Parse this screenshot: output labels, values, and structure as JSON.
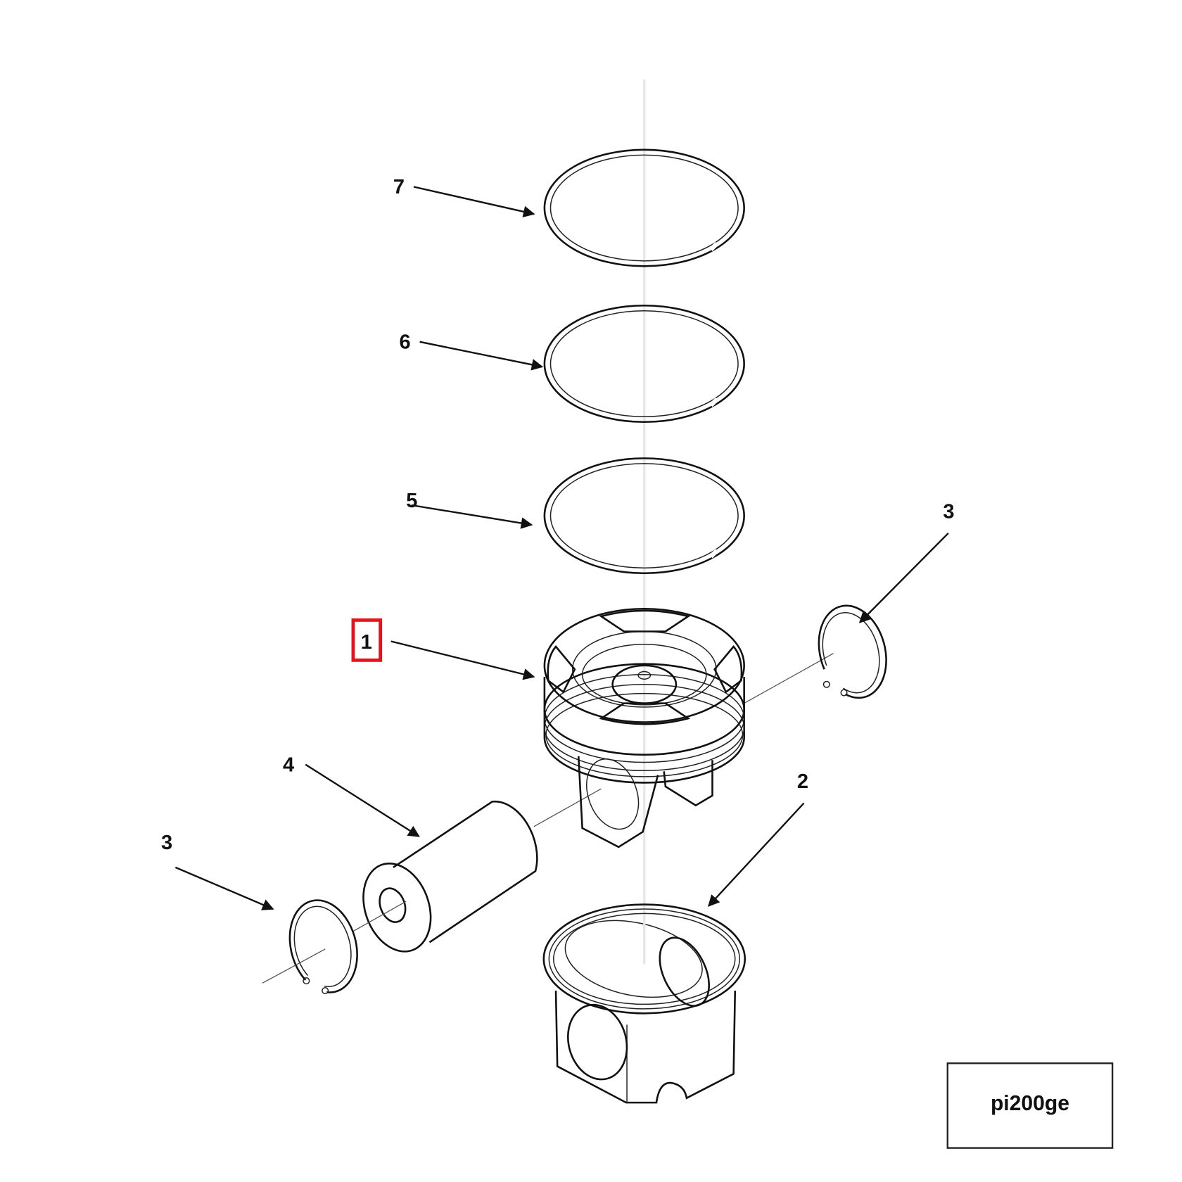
{
  "diagram": {
    "type": "exploded-parts-view",
    "subject": "piston assembly",
    "reference_code": "pi200ge",
    "highlight_color": "#e8131a",
    "highlighted_callout": "1",
    "callouts": [
      {
        "id": "7",
        "label": "7",
        "part": "top compression ring"
      },
      {
        "id": "6",
        "label": "6",
        "part": "second compression ring"
      },
      {
        "id": "5",
        "label": "5",
        "part": "oil control ring"
      },
      {
        "id": "1",
        "label": "1",
        "part": "piston crown",
        "highlighted": true
      },
      {
        "id": "3a",
        "label": "3",
        "part": "retaining ring (right)"
      },
      {
        "id": "4",
        "label": "4",
        "part": "piston pin"
      },
      {
        "id": "3b",
        "label": "3",
        "part": "retaining ring (left)"
      },
      {
        "id": "2",
        "label": "2",
        "part": "piston skirt"
      }
    ]
  }
}
